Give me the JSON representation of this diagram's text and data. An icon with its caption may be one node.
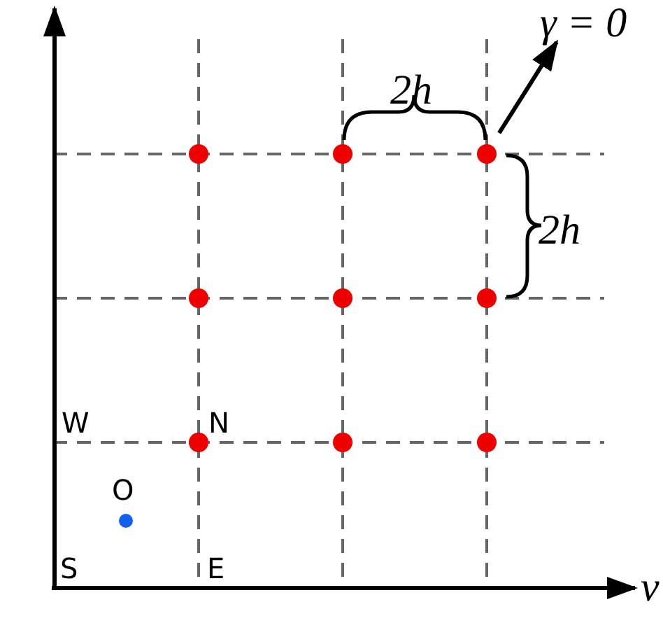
{
  "diagram": {
    "nodes": [
      {
        "text": [
          "γ = 0"
        ]
      },
      {
        "text": [],
        "shape": "circle"
      },
      {
        "text": [],
        "shape": "circle"
      },
      {
        "text": [],
        "shape": "circle"
      },
      {
        "text": [],
        "shape": "circle"
      },
      {
        "text": [],
        "shape": "circle"
      },
      {
        "text": [],
        "shape": "circle"
      },
      {
        "text": [],
        "shape": "circle"
      },
      {
        "text": [],
        "shape": "circle"
      },
      {
        "text": [],
        "shape": "circle"
      },
      {
        "text": [],
        "shape": "circle"
      }
    ],
    "edges": [
      {
        "from": 3,
        "to": 0,
        "arrow": "to"
      }
    ],
    "labels": [
      "2h",
      "2h",
      "W",
      "N",
      "O",
      "S",
      "E",
      "v"
    ]
  }
}
